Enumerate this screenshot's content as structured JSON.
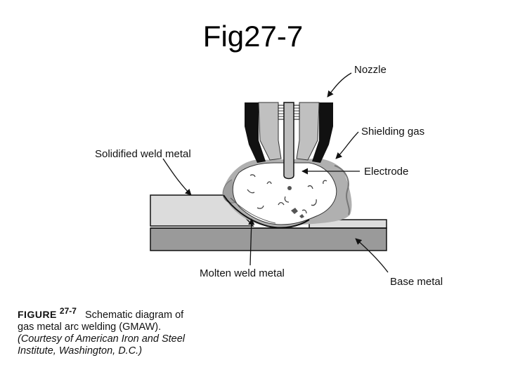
{
  "title": "Fig27-7",
  "labels": {
    "nozzle": "Nozzle",
    "shielding_gas": "Shielding gas",
    "solidified_weld_metal": "Solidified weld metal",
    "electrode": "Electrode",
    "molten_weld_metal": "Molten weld metal",
    "base_metal": "Base metal"
  },
  "caption": {
    "figure_word": "FIGURE",
    "figure_number": "27-7",
    "text_plain": "Schematic diagram of gas metal arc welding (GMAW).",
    "text_italic": "(Courtesy of American Iron and Steel Institute, Washington, D.C.)"
  },
  "colors": {
    "nozzle_black": "#111111",
    "shield_gas_gray": "#a8a8a8",
    "base_metal_gray": "#9a9a9a",
    "light_plate": "#dcdcdc"
  }
}
